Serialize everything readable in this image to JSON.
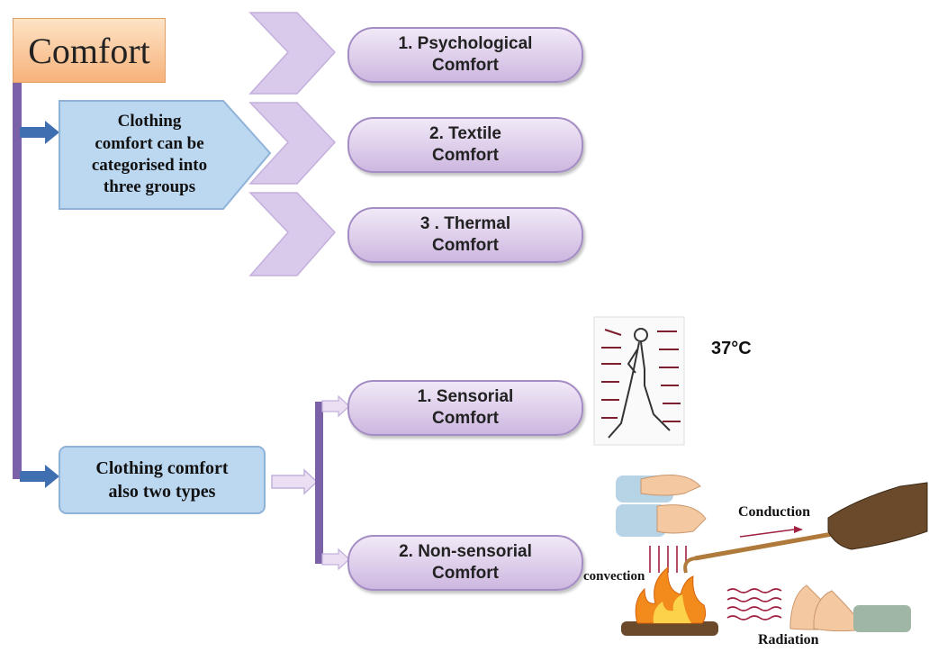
{
  "title": "Comfort",
  "group_box": {
    "line1": "Clothing",
    "line2": "comfort can be",
    "line3": "categorised into",
    "line4": "three groups"
  },
  "groups": [
    {
      "line1": "1. Psychological",
      "line2": "Comfort"
    },
    {
      "line1": "2. Textile",
      "line2": "Comfort"
    },
    {
      "line1": "3 . Thermal",
      "line2": "Comfort"
    }
  ],
  "types_box": {
    "line1": "Clothing comfort",
    "line2": "also two types"
  },
  "types": [
    {
      "line1": "1.  Sensorial",
      "line2": "Comfort"
    },
    {
      "line1": "2. Non-sensorial",
      "line2": "Comfort"
    }
  ],
  "temperature": "37°C",
  "heat_labels": {
    "conduction": "Conduction",
    "convection": "convection",
    "radiation": "Radiation"
  },
  "colors": {
    "spine": "#7b62a8",
    "arrow_blue": "#3f6fb0",
    "chevron": "#d9c9ea",
    "pill": "#cdb7e0",
    "title_box": "#f9c08e",
    "blue_box": "#bcd7f0"
  }
}
